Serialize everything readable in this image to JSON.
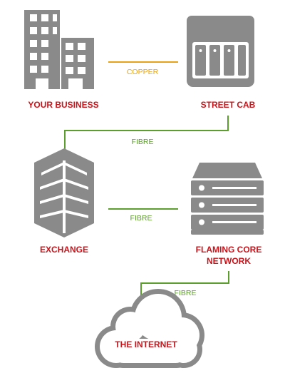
{
  "colors": {
    "icon": "#8a8a8a",
    "node_label": "#c8151b",
    "copper": "#e8a215",
    "fibre": "#5b9e2c"
  },
  "nodes": {
    "your_business": {
      "label": "YOUR BUSINESS",
      "icon": "office-building-icon"
    },
    "street_cab": {
      "label": "STREET CAB",
      "icon": "street-cabinet-icon"
    },
    "exchange": {
      "label": "EXCHANGE",
      "icon": "exchange-building-icon"
    },
    "core_network": {
      "label_line1": "FLAMING CORE",
      "label_line2": "NETWORK",
      "icon": "server-rack-icon"
    },
    "internet": {
      "label": "THE INTERNET",
      "icon": "cloud-icon"
    }
  },
  "connections": {
    "business_to_cab": {
      "label": "COPPER",
      "medium": "copper"
    },
    "cab_to_exchange": {
      "label": "FIBRE",
      "medium": "fibre"
    },
    "exchange_to_core": {
      "label": "FIBRE",
      "medium": "fibre"
    },
    "core_to_internet": {
      "label": "FIBRE",
      "medium": "fibre"
    }
  }
}
